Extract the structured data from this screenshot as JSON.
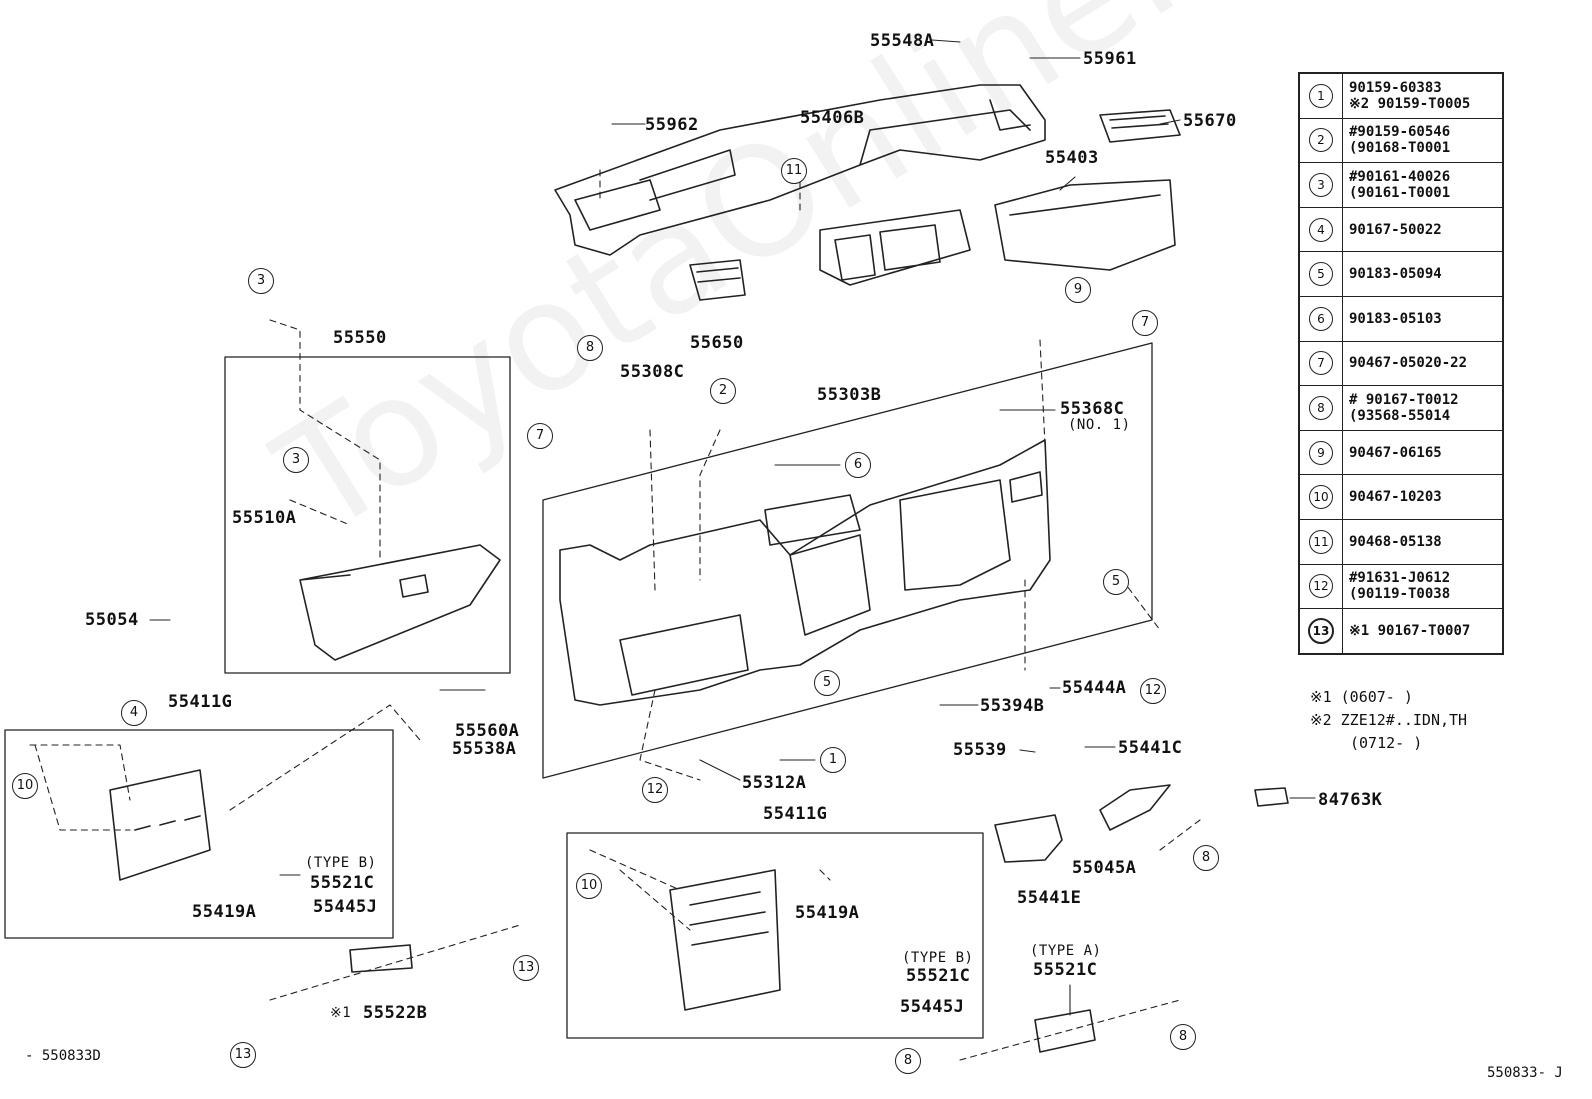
{
  "watermark": "ToyotaOnlineParts",
  "diagram_code_left": "- 550833D",
  "diagram_code_right": "550833- J",
  "callouts": {
    "c55548A": "55548A",
    "c55961": "55961",
    "c55962": "55962",
    "c55406B": "55406B",
    "c55670": "55670",
    "c55403": "55403",
    "c55650": "55650",
    "c55550": "55550",
    "c55308C": "55308C",
    "c55303B": "55303B",
    "c55368C": "55368C",
    "c55368C_note": "(NO. 1)",
    "c55510A": "55510A",
    "c55054": "55054",
    "c55411G_left": "55411G",
    "c55560A": "55560A",
    "c55538A": "55538A",
    "c55444A": "55444A",
    "c55394B": "55394B",
    "c55539": "55539",
    "c55441C": "55441C",
    "c84763K": "84763K",
    "c55312A": "55312A",
    "c55411G_center": "55411G",
    "c55521C_left_type": "(TYPE B)",
    "c55521C_left": "55521C",
    "c55419A_left": "55419A",
    "c55445J_left": "55445J",
    "c55522B": "55522B",
    "c55522B_mark": "※1",
    "c55419A_center": "55419A",
    "c55521C_center_type": "(TYPE B)",
    "c55521C_center": "55521C",
    "c55445J_center": "55445J",
    "c55441E": "55441E",
    "c55045A": "55045A",
    "c55521C_right_type": "(TYPE A)",
    "c55521C_right": "55521C"
  },
  "fastener_table": [
    {
      "num": "1",
      "parts": [
        "90159-60383",
        "※2 90159-T0005"
      ]
    },
    {
      "num": "2",
      "parts": [
        "#90159-60546",
        "(90168-T0001"
      ]
    },
    {
      "num": "3",
      "parts": [
        "#90161-40026",
        "(90161-T0001"
      ]
    },
    {
      "num": "4",
      "parts": [
        "90167-50022"
      ]
    },
    {
      "num": "5",
      "parts": [
        "90183-05094"
      ]
    },
    {
      "num": "6",
      "parts": [
        "90183-05103"
      ]
    },
    {
      "num": "7",
      "parts": [
        "90467-05020-22"
      ]
    },
    {
      "num": "8",
      "parts": [
        "# 90167-T0012",
        "(93568-55014"
      ]
    },
    {
      "num": "9",
      "parts": [
        "90467-06165"
      ]
    },
    {
      "num": "10",
      "parts": [
        "90467-10203"
      ]
    },
    {
      "num": "11",
      "parts": [
        "90468-05138"
      ]
    },
    {
      "num": "12",
      "parts": [
        "#91631-J0612",
        "(90119-T0038"
      ]
    },
    {
      "num": "13",
      "parts": [
        "※1 90167-T0007"
      ]
    }
  ],
  "notes": {
    "n1": "※1 (0607-      )",
    "n2": "※2 ZZE12#..IDN,TH",
    "n3": "(0712-      )"
  }
}
